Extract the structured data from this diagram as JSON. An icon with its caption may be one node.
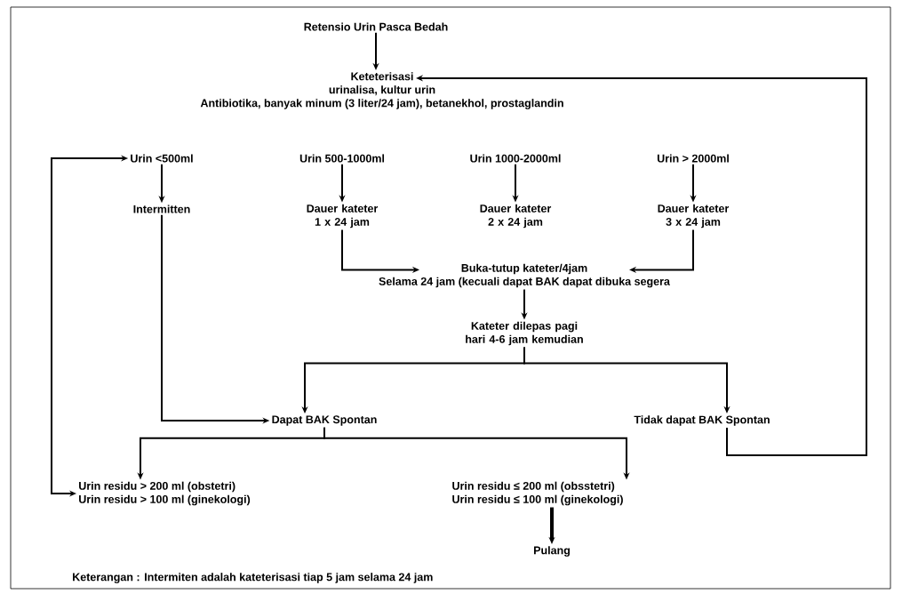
{
  "diagram": {
    "nodes": [
      {
        "text": [
          "Retensio Urin Pasca Bedah"
        ]
      },
      {
        "text": [
          "Keteterisasi",
          "urinalisa, kultur urin",
          "Antibiotika, banyak minum (3 liter/24 jam), betanekhol, prostaglandin"
        ]
      },
      {
        "text": [
          "Urin <500ml"
        ]
      },
      {
        "text": [
          "Urin 500-1000ml"
        ]
      },
      {
        "text": [
          "Urin 1000-2000ml"
        ]
      },
      {
        "text": [
          "Urin > 2000ml"
        ]
      },
      {
        "text": [
          "Intermitten"
        ]
      },
      {
        "text": [
          "Dauer kateter 1 x 24 jam"
        ]
      },
      {
        "text": [
          "Dauer kateter 2 x 24 jam"
        ]
      },
      {
        "text": [
          "Dauer kateter 3 x 24 jam"
        ]
      },
      {
        "text": [
          "Buka-tutup kateter/4jam",
          "Selama 24 jam (kecuali dapat BAK dapat dibuka segera"
        ]
      },
      {
        "text": [
          "Kateter dilepas pagi hari 4-6 jam kemudian"
        ]
      },
      {
        "text": [
          "Dapat BAK Spontan"
        ]
      },
      {
        "text": [
          "Tidak dapat BAK Spontan"
        ]
      },
      {
        "text": [
          "Urin residu > 200 ml (obstetri)",
          "Urin residu > 100 ml (ginekologi)"
        ]
      },
      {
        "text": [
          "Urin residu ≤ 200 ml (obsstetri)",
          "Urin residu ≤ 100 ml (ginekologi)"
        ]
      },
      {
        "text": [
          "Pulang"
        ]
      }
    ],
    "edges": [
      {
        "from": 0,
        "to": 1,
        "arrow": "to"
      },
      {
        "from": 2,
        "to": 6,
        "arrow": "to"
      },
      {
        "from": 3,
        "to": 7,
        "arrow": "to"
      },
      {
        "from": 4,
        "to": 8,
        "arrow": "to"
      },
      {
        "from": 5,
        "to": 9,
        "arrow": "to"
      },
      {
        "from": 7,
        "to": 10,
        "arrow": "to"
      },
      {
        "from": 9,
        "to": 10,
        "arrow": "to"
      },
      {
        "from": 10,
        "to": 11,
        "arrow": "to"
      },
      {
        "from": 11,
        "to": 12,
        "arrow": "to"
      },
      {
        "from": 11,
        "to": 13,
        "arrow": "to"
      },
      {
        "from": 6,
        "to": 12,
        "arrow": "to"
      },
      {
        "from": 13,
        "to": 1,
        "arrow": "to"
      },
      {
        "from": 12,
        "to": 14,
        "arrow": "to"
      },
      {
        "from": 12,
        "to": 15,
        "arrow": "to"
      },
      {
        "from": 15,
        "to": 16,
        "arrow": "to",
        "style": "thick"
      },
      {
        "from": 14,
        "to": 2,
        "arrow": "both"
      }
    ],
    "labels": [
      "Keterangan : Intermiten adalah kateterisasi tiap 5 jam selama 24 jam"
    ]
  }
}
